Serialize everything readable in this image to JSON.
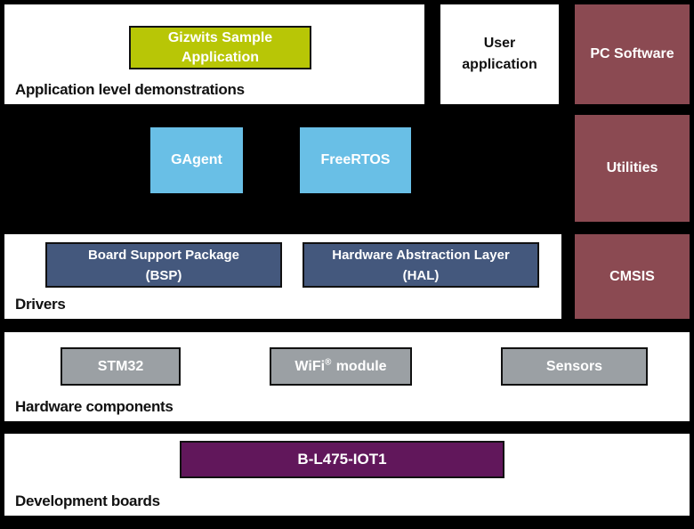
{
  "colors": {
    "background": "#000000",
    "panel": "#ffffff",
    "green": "#b8c606",
    "maroon": "#8b4a52",
    "light_blue": "#69bfe6",
    "slate_blue": "#44587d",
    "gray": "#9ba0a4",
    "purple": "#61175b",
    "box_border": "#111111"
  },
  "layers": {
    "application": {
      "label": "Application level demonstrations",
      "gizwits_line1": "Gizwits Sample",
      "gizwits_line2": "Application",
      "user_app_line1": "User",
      "user_app_line2": "application",
      "pc_software": "PC Software"
    },
    "middleware": {
      "gagent": "GAgent",
      "freertos": "FreeRTOS",
      "utilities": "Utilities"
    },
    "drivers": {
      "label": "Drivers",
      "bsp_line1": "Board Support Package",
      "bsp_line2": "(BSP)",
      "hal_line1": "Hardware Abstraction Layer",
      "hal_line2": "(HAL)",
      "cmsis": "CMSIS"
    },
    "hardware": {
      "label": "Hardware components",
      "stm32": "STM32",
      "wifi_name": "WiFi",
      "wifi_reg_mark": "®",
      "wifi_suffix": "module",
      "sensors": "Sensors"
    },
    "boards": {
      "label": "Development boards",
      "b_l475_iot1": "B-L475-IOT1"
    }
  }
}
